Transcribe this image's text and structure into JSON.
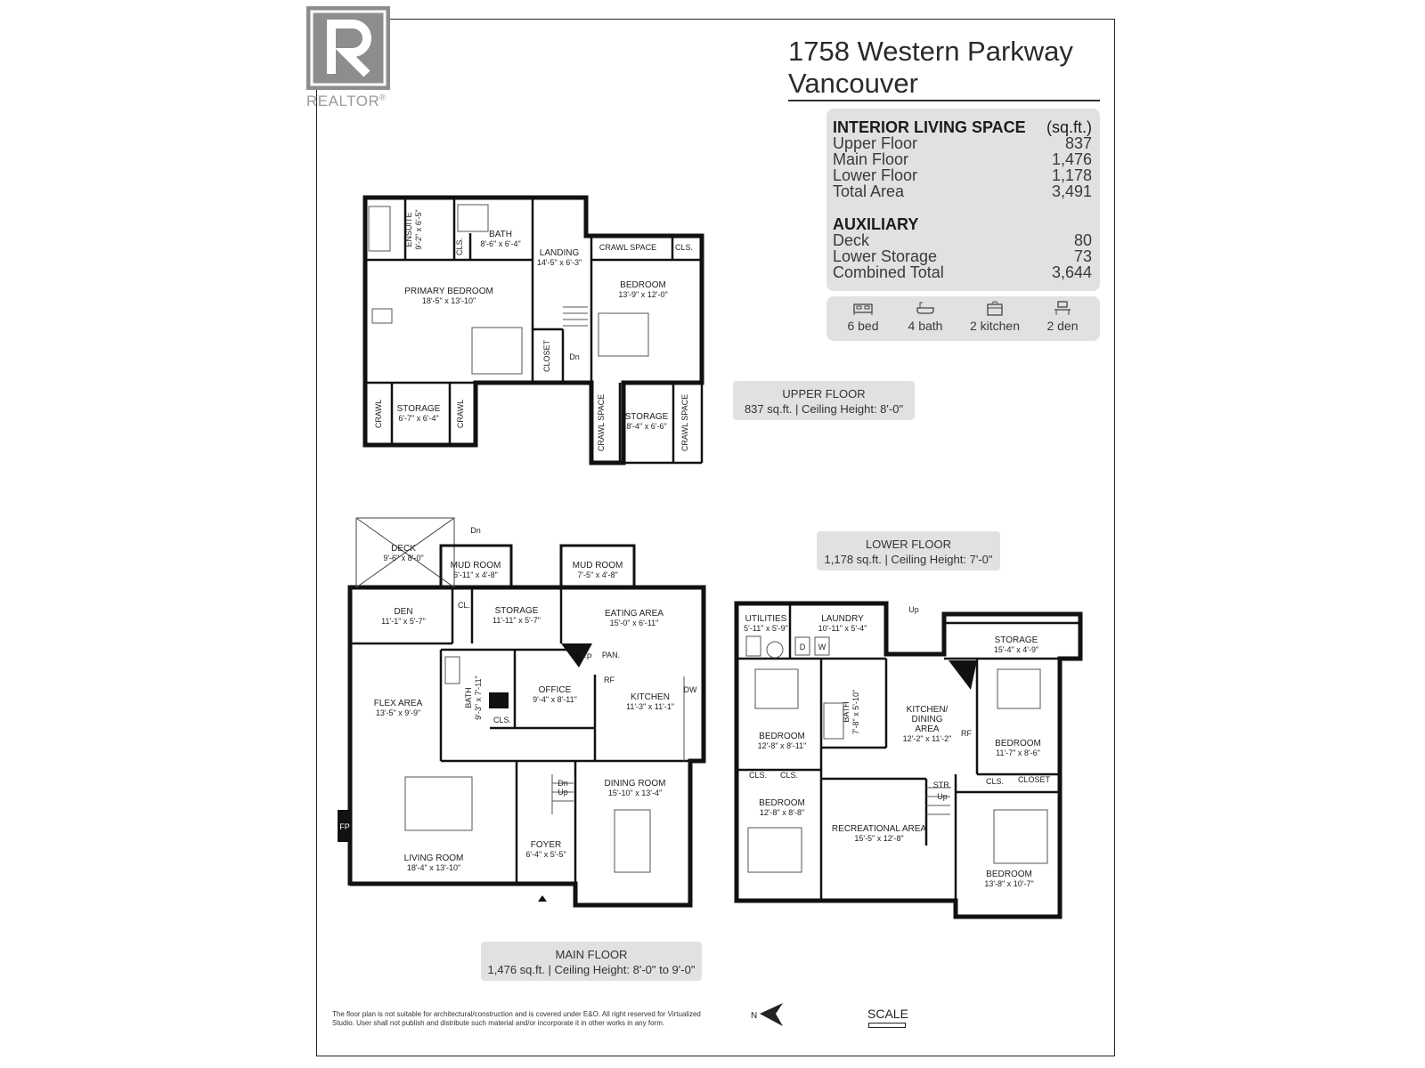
{
  "logo": {
    "wordmark": "REALTOR",
    "mark": "®",
    "icon": "realtor-r-logo-icon"
  },
  "address": {
    "line1": "1758 Western Parkway",
    "line2": "Vancouver"
  },
  "interior": {
    "heading": "INTERIOR LIVING SPACE",
    "unit": "(sq.ft.)",
    "rows": [
      {
        "label": "Upper Floor",
        "value": "837"
      },
      {
        "label": "Main Floor",
        "value": "1,476"
      },
      {
        "label": "Lower Floor",
        "value": "1,178"
      },
      {
        "label": "Total Area",
        "value": "3,491"
      }
    ]
  },
  "auxiliary": {
    "heading": "AUXILIARY",
    "rows": [
      {
        "label": "Deck",
        "value": "80"
      },
      {
        "label": "Lower Storage",
        "value": "73"
      },
      {
        "label": "Combined Total",
        "value": "3,644"
      }
    ]
  },
  "amenities": [
    {
      "icon": "bed-icon",
      "label": "6 bed"
    },
    {
      "icon": "bathtub-icon",
      "label": "4 bath"
    },
    {
      "icon": "kitchen-icon",
      "label": "2 kitchen"
    },
    {
      "icon": "desk-icon",
      "label": "2 den"
    }
  ],
  "floors": {
    "upper": {
      "name": "UPPER FLOOR",
      "info": "837 sq.ft. | Ceiling Height: 8'-0\""
    },
    "main": {
      "name": "MAIN FLOOR",
      "info": "1,476 sq.ft. | Ceiling Height: 8'-0\" to 9'-0\""
    },
    "lower": {
      "name": "LOWER FLOOR",
      "info": "1,178 sq.ft. | Ceiling Height: 7'-0\""
    }
  },
  "rooms": {
    "upper": {
      "ensuite": {
        "name": "ENSUITE",
        "dim": "9'-2\" x 6'-5\""
      },
      "cls": "CLS.",
      "bath": {
        "name": "BATH",
        "dim": "8'-6\" x 6'-4\""
      },
      "landing": {
        "name": "LANDING",
        "dim": "14'-5\" x 6'-3\""
      },
      "crawl_space_top": "CRAWL SPACE",
      "cls2": "CLS.",
      "primary_bedroom": {
        "name": "PRIMARY BEDROOM",
        "dim": "18'-5\" x 13'-10\""
      },
      "bedroom": {
        "name": "BEDROOM",
        "dim": "13'-9\" x 12'-0\""
      },
      "closet": "CLOSET",
      "dn": "Dn",
      "crawl_left": "CRAWL",
      "storage_left": {
        "name": "STORAGE",
        "dim": "6'-7\" x 6'-4\""
      },
      "crawl_right": "CRAWL",
      "crawl_space_a": "CRAWL SPACE",
      "storage_right": {
        "name": "STORAGE",
        "dim": "8'-4\" x 6'-6\""
      },
      "crawl_space_b": "CRAWL SPACE"
    },
    "main": {
      "dn": "Dn",
      "deck": {
        "name": "DECK",
        "dim": "9'-6\" x 8'-0\""
      },
      "mud_room_1": {
        "name": "MUD ROOM",
        "dim": "6'-11\" x 4'-8\""
      },
      "mud_room_2": {
        "name": "MUD ROOM",
        "dim": "7'-5\" x 4'-8\""
      },
      "den": {
        "name": "DEN",
        "dim": "11'-1\" x 5'-7\""
      },
      "cl": "CL.",
      "storage": {
        "name": "STORAGE",
        "dim": "11'-11\" x 5'-7\""
      },
      "eating_area": {
        "name": "EATING AREA",
        "dim": "15'-0\" x 6'-11\""
      },
      "fp_kitchen": "FP",
      "pan": "PAN.",
      "flex_area": {
        "name": "FLEX AREA",
        "dim": "13'-5\" x 9'-9\""
      },
      "bath": {
        "name": "BATH",
        "dim": "9'-3\" x 7'-11\""
      },
      "office": {
        "name": "OFFICE",
        "dim": "9'-4\" x 8'-11\""
      },
      "rf": "RF",
      "kitchen": {
        "name": "KITCHEN",
        "dim": "11'-3\" x 11'-1\""
      },
      "dw": "DW",
      "cls": "CLS.",
      "dining_room": {
        "name": "DINING ROOM",
        "dim": "15'-10\" x 13'-4\""
      },
      "stair_dn": "Dn",
      "stair_up": "Up",
      "fp_living": "FP",
      "foyer": {
        "name": "FOYER",
        "dim": "6'-4\" x 5'-5\""
      },
      "living_room": {
        "name": "LIVING ROOM",
        "dim": "18'-4\" x 13'-10\""
      }
    },
    "lower": {
      "utilities": {
        "name": "UTILITIES",
        "dim": "5'-11\" x 5'-9\""
      },
      "laundry": {
        "name": "LAUNDRY",
        "dim": "10'-11\" x 5'-4\""
      },
      "up_top": "Up",
      "storage": {
        "name": "STORAGE",
        "dim": "15'-4\" x 4'-9\""
      },
      "d": "D",
      "w": "W",
      "bedroom_a": {
        "name": "BEDROOM",
        "dim": "12'-8\" x 8'-11\""
      },
      "bath": {
        "name": "BATH",
        "dim": "7'-8\" x 5'-10\""
      },
      "kitchen_dining": {
        "name1": "KITCHEN/",
        "name2": "DINING",
        "name3": "AREA",
        "dim": "12'-2\" x 11'-2\""
      },
      "rf": "RF",
      "bedroom_b": {
        "name": "BEDROOM",
        "dim": "11'-7\" x 8'-6\""
      },
      "cls_a": "CLS.",
      "cls_b": "CLS.",
      "cls_c": "CLS.",
      "closet": "CLOSET",
      "str": "STR.",
      "up_str": "Up",
      "bedroom_c": {
        "name": "BEDROOM",
        "dim": "12'-8\" x 8'-8\""
      },
      "recreational_area": {
        "name": "RECREATIONAL AREA",
        "dim": "15'-5\" x 12'-8\""
      },
      "bedroom_d": {
        "name": "BEDROOM",
        "dim": "13'-8\" x 10'-7\""
      }
    }
  },
  "disclaimer": "The floor plan is not suitable for architectural/construction and is covered under E&O. All right reserved for Virtualized Studio. User shall not publish and distribute such material and/or incorporate it in other works in any form.",
  "compass": {
    "label": "N",
    "icon": "north-arrow-icon"
  },
  "scale": {
    "label": "SCALE"
  }
}
